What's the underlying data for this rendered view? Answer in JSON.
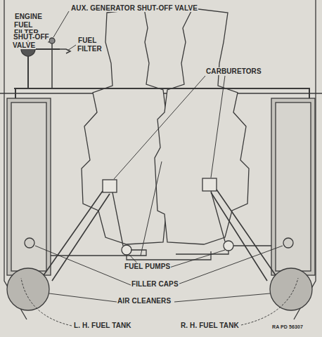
{
  "diagram": {
    "labels": [
      "AUX. GENERATOR SHUT-OFF VALVE",
      "ENGINE FUEL FILTER",
      "SHUT-OFF VALVE",
      "FUEL FILTER",
      "CARBURETORS",
      "FUEL PUMPS",
      "FILLER CAPS",
      "AIR CLEANERS",
      "L. H. FUEL TANK",
      "R. H. FUEL TANK",
      "RA PD 56307"
    ]
  }
}
